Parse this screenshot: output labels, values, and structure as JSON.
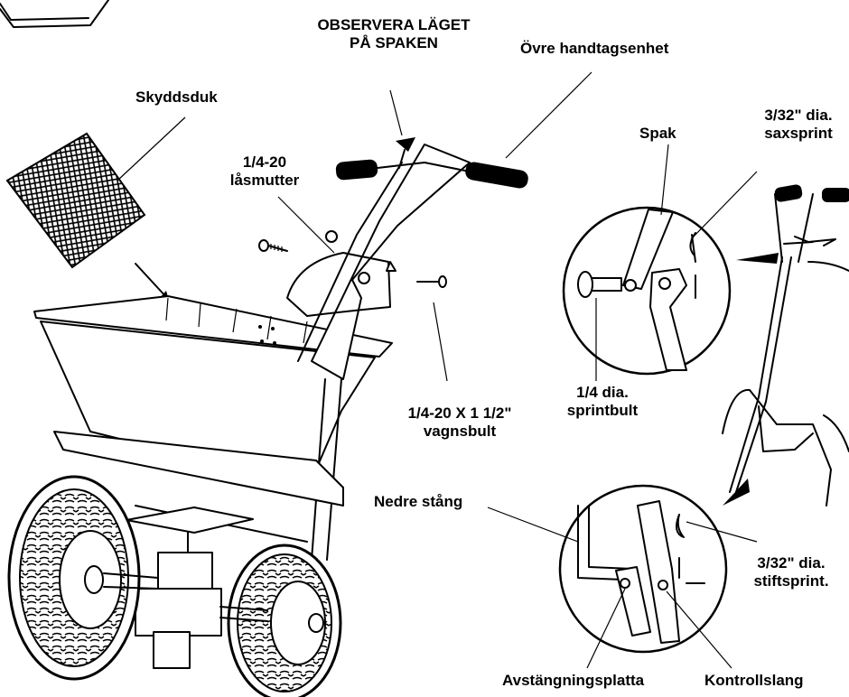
{
  "labels": {
    "observe_line1": "OBSERVERA LÄGET",
    "observe_line2": "PÅ SPAKEN",
    "upper_handle": "Övre handtagsenhet",
    "protective_cloth": "Skyddsduk",
    "locknut_line1": "1/4-20",
    "locknut_line2": "låsmutter",
    "lever": "Spak",
    "cotter_top_line1": "3/32\" dia.",
    "cotter_top_line2": "saxsprint",
    "pin_bolt_line1": "1/4 dia.",
    "pin_bolt_line2": "sprintbult",
    "carriage_bolt_line1": "1/4-20 X 1 1/2\"",
    "carriage_bolt_line2": "vagnsbult",
    "lower_rod": "Nedre stång",
    "clip_pin_line1": "3/32\" dia.",
    "clip_pin_line2": "stiftsprint.",
    "shutoff_plate": "Avstängningsplatta",
    "control_hose": "Kontrollslang"
  }
}
